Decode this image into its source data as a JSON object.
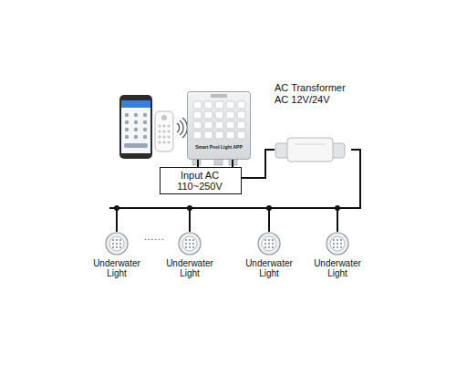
{
  "diagram": {
    "nodes": [
      {
        "text": [
          "Smart Pool Light APP"
        ]
      },
      {
        "text": [
          "AC Transformer AC 12V/24V"
        ]
      },
      {
        "text": [
          "Input AC 110~250V"
        ]
      },
      {
        "text": [
          "Underwater Light"
        ]
      },
      {
        "text": [
          "Underwater Light"
        ]
      },
      {
        "text": [
          "Underwater Light"
        ]
      },
      {
        "text": [
          "Underwater Light"
        ]
      }
    ],
    "edges": [
      {
        "from": 2,
        "to": 0,
        "arrow": "none"
      },
      {
        "from": 0,
        "to": 1,
        "arrow": "none"
      },
      {
        "from": 1,
        "to": 3,
        "arrow": "none"
      },
      {
        "from": 1,
        "to": 4,
        "arrow": "none"
      },
      {
        "from": 1,
        "to": 5,
        "arrow": "none"
      },
      {
        "from": 1,
        "to": 6,
        "arrow": "none"
      }
    ],
    "labels": [
      "......"
    ]
  }
}
